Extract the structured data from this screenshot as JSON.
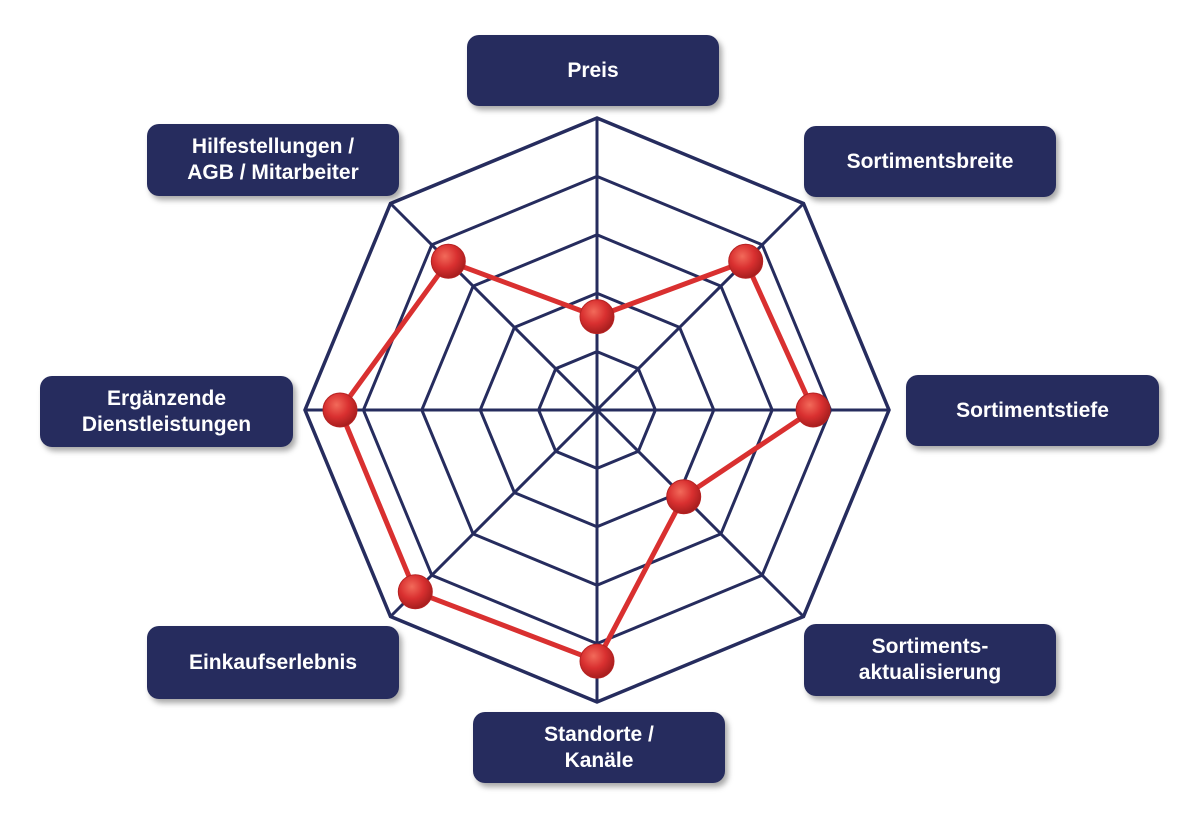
{
  "chart_data": {
    "type": "radar",
    "axes": [
      "Preis",
      "Sortimentsbreite",
      "Sortimentstiefe",
      "Sortiments-\naktualisierung",
      "Standorte /\nKanäle",
      "Einkaufserlebnis",
      "Ergänzende\nDienstleistungen",
      "Hilfestellungen /\nAGB / Mitarbeiter"
    ],
    "levels": 5,
    "max": 5,
    "series": [
      {
        "values": [
          1.6,
          3.6,
          3.7,
          2.1,
          4.3,
          4.4,
          4.4,
          3.6
        ]
      }
    ],
    "colors": {
      "grid": "#262c5e",
      "series": "#d93030",
      "label_background": "#262c5e",
      "label_text": "#ffffff"
    }
  }
}
